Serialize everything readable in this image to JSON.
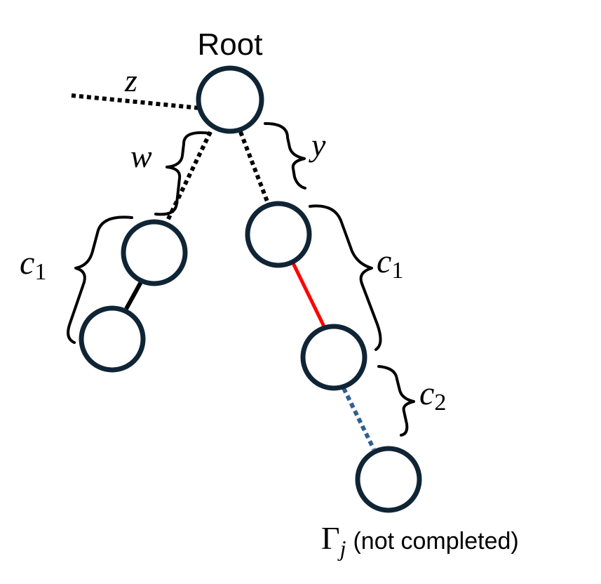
{
  "labels": {
    "root": "Root",
    "z": "z",
    "w": "w",
    "y": "y",
    "c1_left_base": "c",
    "c1_left_sub": "1",
    "c1_right_base": "c",
    "c1_right_sub": "1",
    "c2_base": "c",
    "c2_sub": "2",
    "gamma": "Γ",
    "gamma_sub": "j",
    "gamma_note": "(not completed)"
  },
  "colors": {
    "node_stroke": "#0f2536",
    "highlight_edge": "#ff0000",
    "pending_edge": "#2f5f8f"
  }
}
